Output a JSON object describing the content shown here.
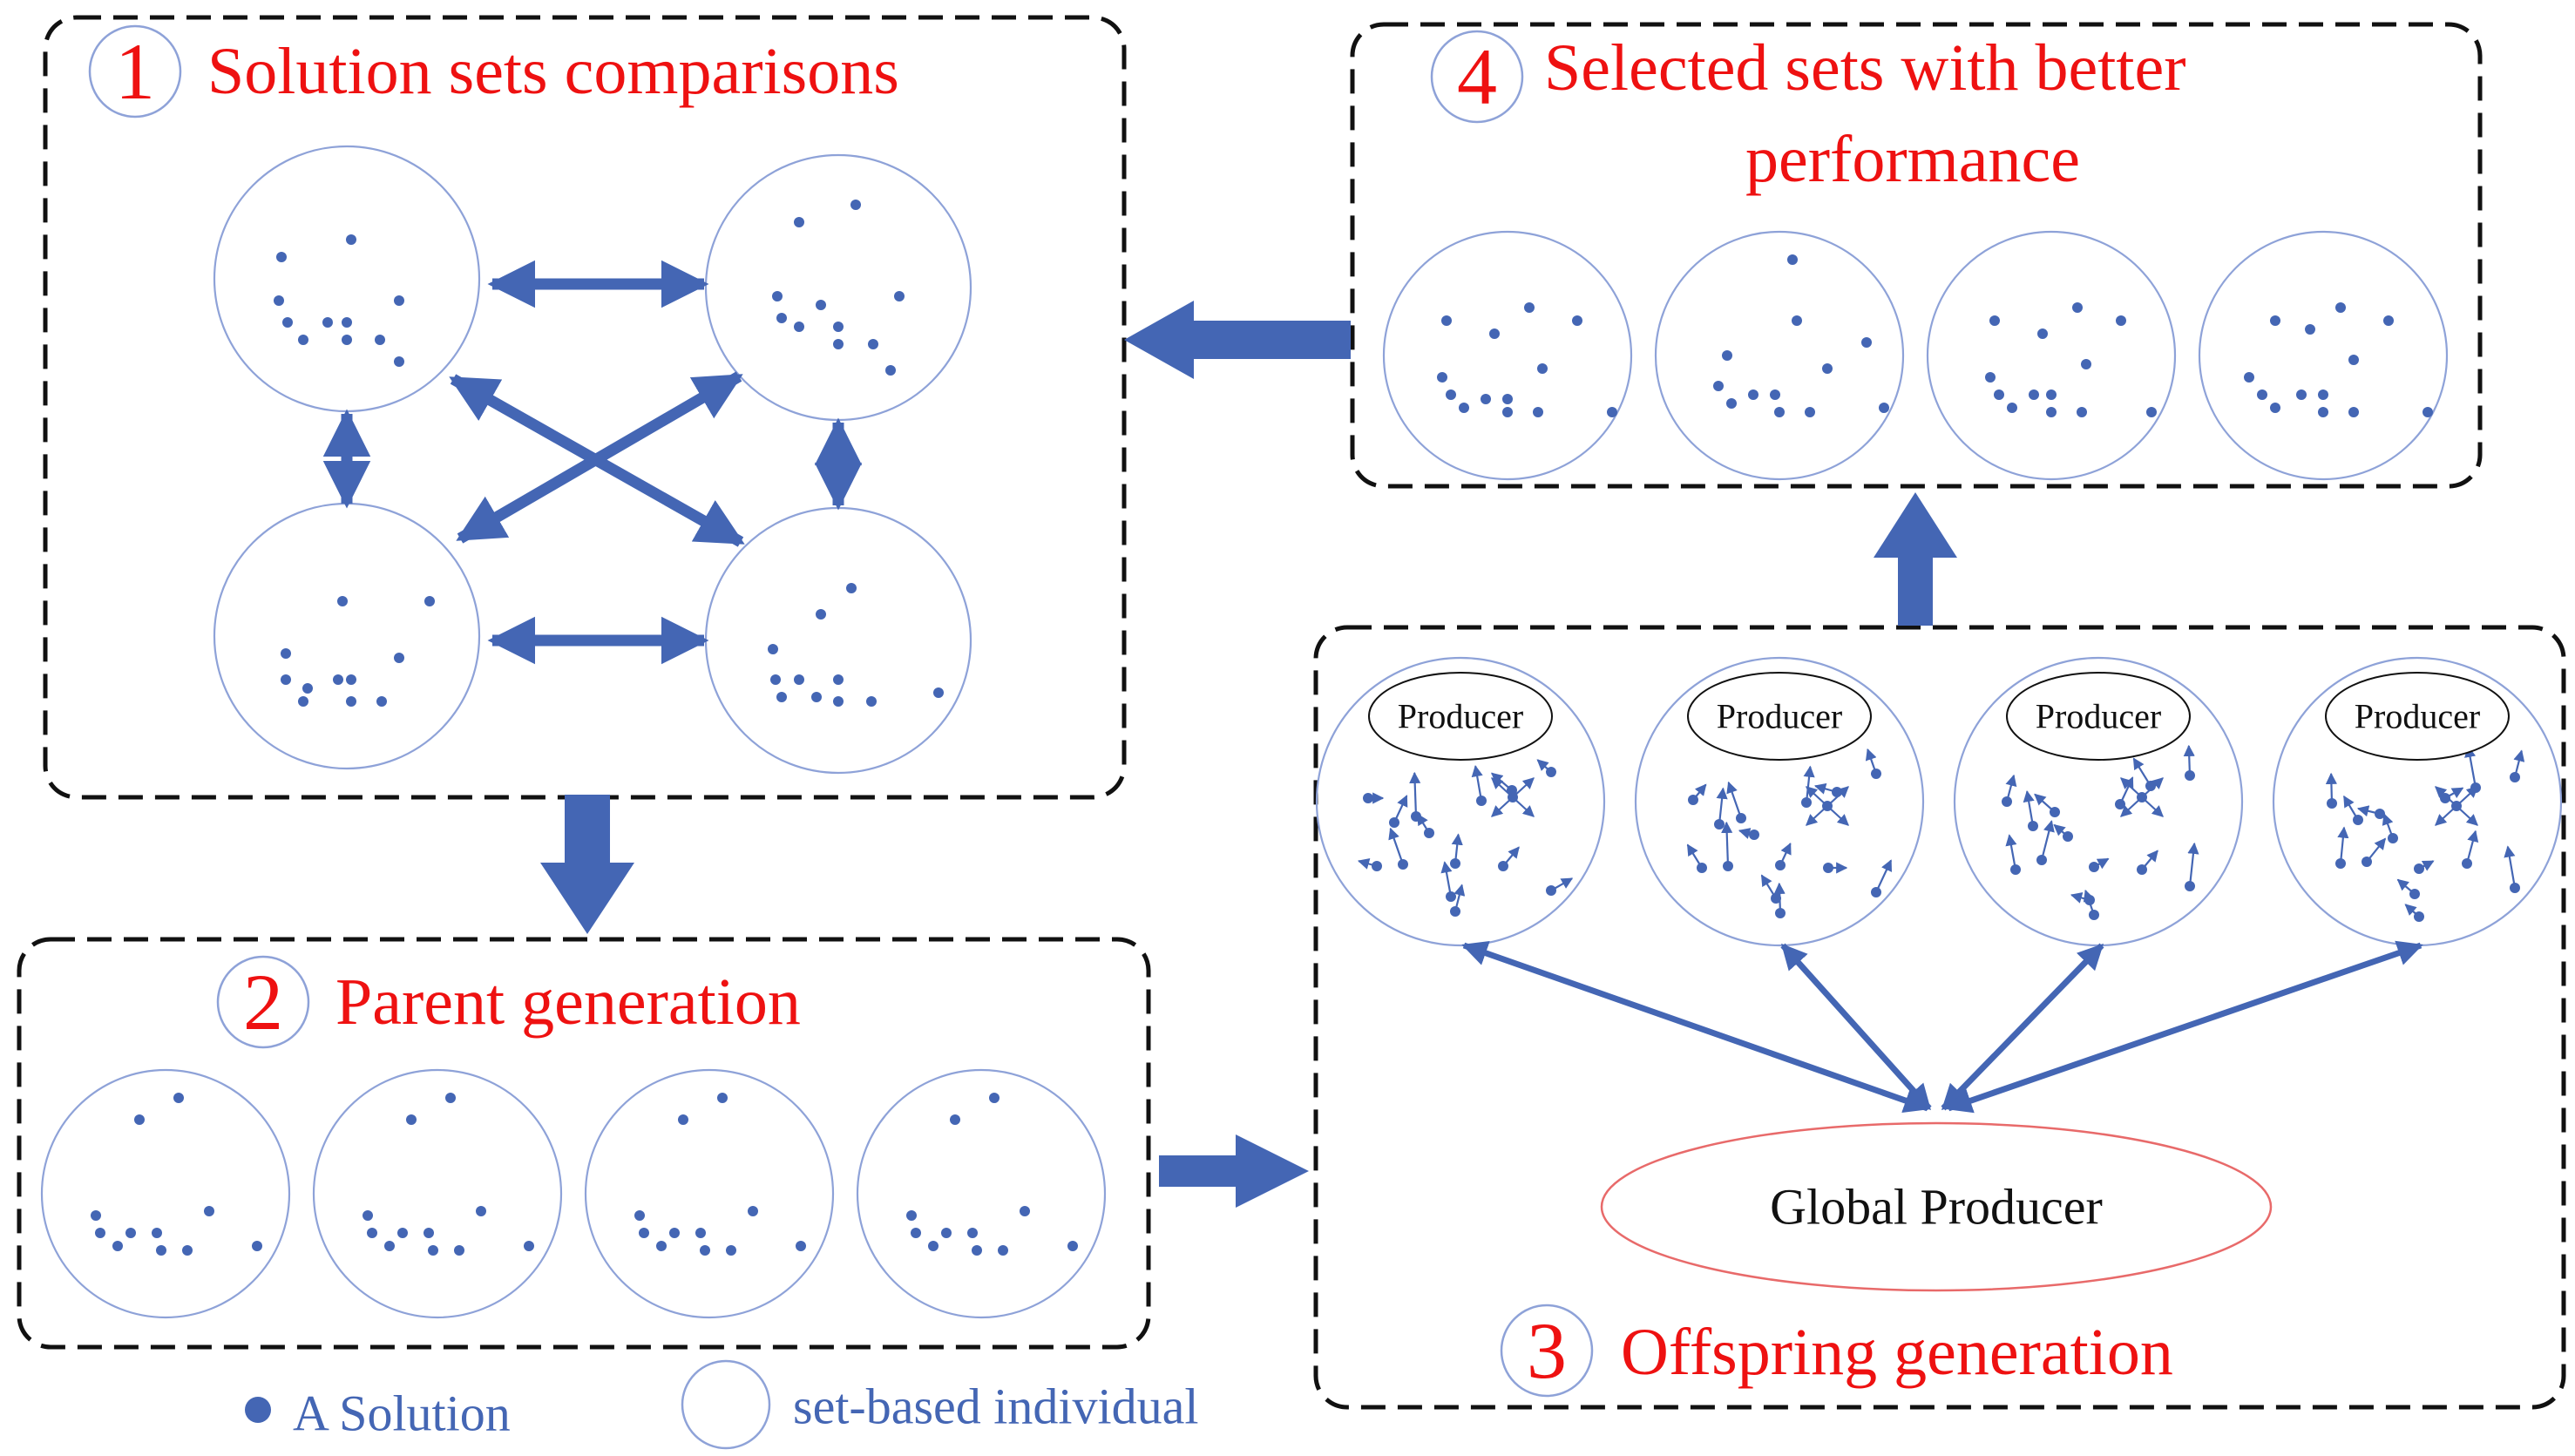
{
  "colors": {
    "title": "#ee1111",
    "accent": "#4466b4",
    "circle_stroke": "#8ea2d8",
    "box_stroke": "#111111",
    "global_ellipse": "#e86a6a",
    "text": "#111111"
  },
  "panels": [
    {
      "step": "1",
      "title_lines": [
        "Solution sets comparisons"
      ]
    },
    {
      "step": "2",
      "title_lines": [
        "Parent generation"
      ]
    },
    {
      "step": "3",
      "title_lines": [
        "Offspring generation"
      ]
    },
    {
      "step": "4",
      "title_lines": [
        "Selected sets with better",
        "performance"
      ]
    }
  ],
  "producer_label": "Producer",
  "global_producer_label": "Global Producer",
  "legend": {
    "solution_label": "A Solution",
    "individual_label": "set-based individual"
  }
}
